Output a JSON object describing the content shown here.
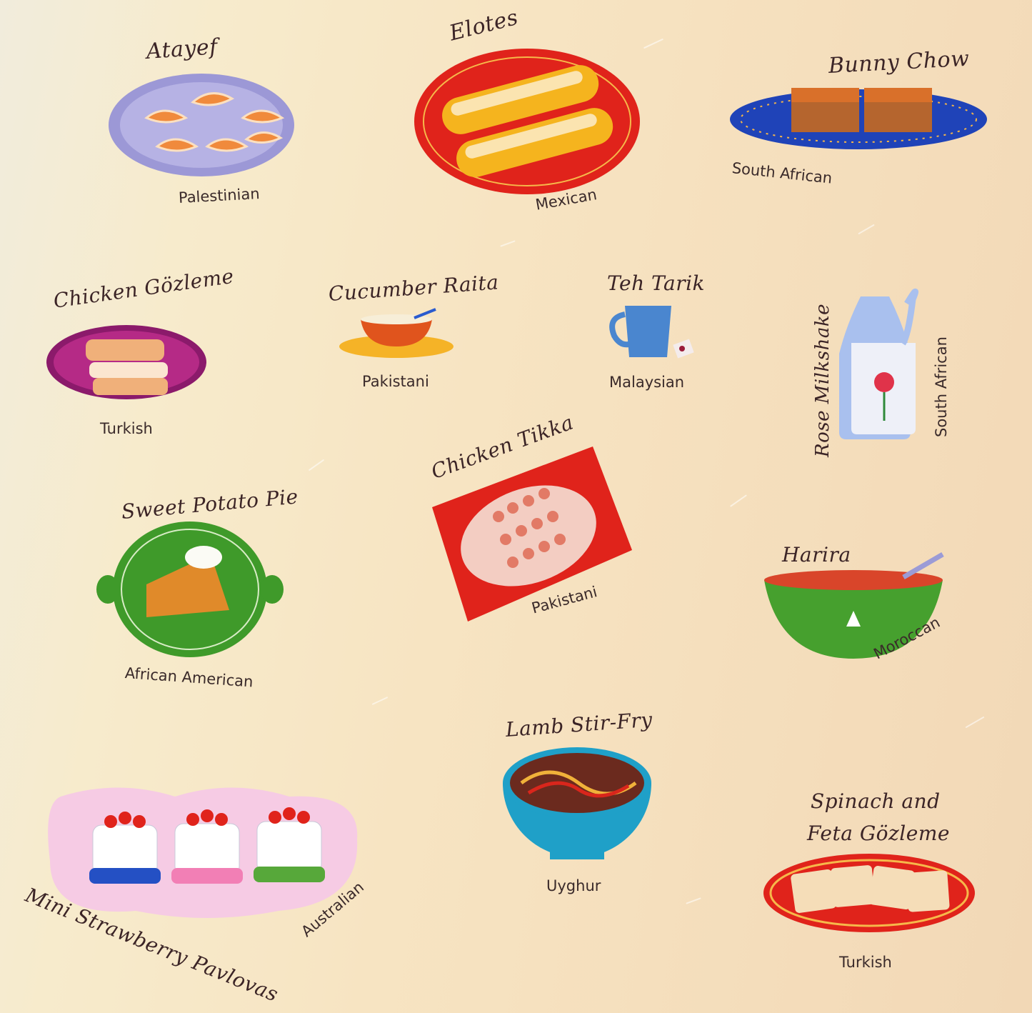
{
  "dishes": [
    {
      "id": "atayef",
      "name": "Atayef",
      "origin": "Palestinian"
    },
    {
      "id": "elotes",
      "name": "Elotes",
      "origin": "Mexican"
    },
    {
      "id": "bunny-chow",
      "name": "Bunny Chow",
      "origin": "South African"
    },
    {
      "id": "chicken-gozleme",
      "name": "Chicken Gözleme",
      "origin": "Turkish"
    },
    {
      "id": "cucumber-raita",
      "name": "Cucumber Raita",
      "origin": "Pakistani"
    },
    {
      "id": "teh-tarik",
      "name": "Teh Tarik",
      "origin": "Malaysian"
    },
    {
      "id": "rose-milkshake",
      "name": "Rose Milkshake",
      "origin": "South African"
    },
    {
      "id": "sweet-potato-pie",
      "name": "Sweet Potato Pie",
      "origin": "African American"
    },
    {
      "id": "chicken-tikka",
      "name": "Chicken Tikka",
      "origin": "Pakistani"
    },
    {
      "id": "harira",
      "name": "Harira",
      "origin": "Moroccan"
    },
    {
      "id": "lamb-stir-fry",
      "name": "Lamb Stir-Fry",
      "origin": "Uyghur"
    },
    {
      "id": "mini-strawberry-pavlovas",
      "name": "Mini Strawberry Pavlovas",
      "origin": "Australian"
    },
    {
      "id": "spinach-feta-gozleme",
      "name_line1": "Spinach and",
      "name_line2": "Feta Gözleme",
      "origin": "Turkish"
    }
  ],
  "colors": {
    "background": "#f5e6c8",
    "ink": "#3b2426"
  }
}
